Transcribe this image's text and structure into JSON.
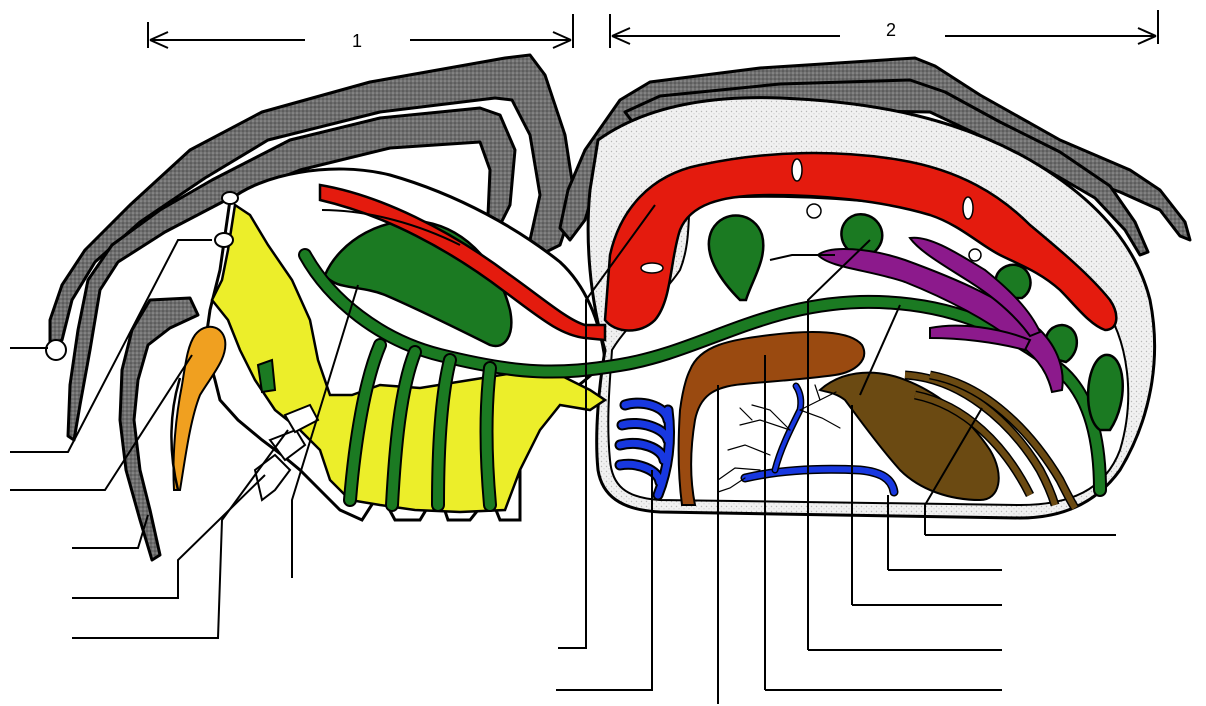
{
  "diagram": {
    "region_labels": [
      "1",
      "2"
    ],
    "colors": {
      "leg": "#777777",
      "heart": "#e41b0e",
      "nerve_and_glands": "#1b7a22",
      "venom_mouth": "#ecee2a",
      "chelicera": "#f0a020",
      "silk_glands": "#8c1a8c",
      "midgut": "#9a4a10",
      "ovary": "#6b4a12",
      "trachea": "#1838e0",
      "book_lung": "#1838e0",
      "stipple": "#e6e6e6"
    },
    "leader_line_count": 17
  }
}
